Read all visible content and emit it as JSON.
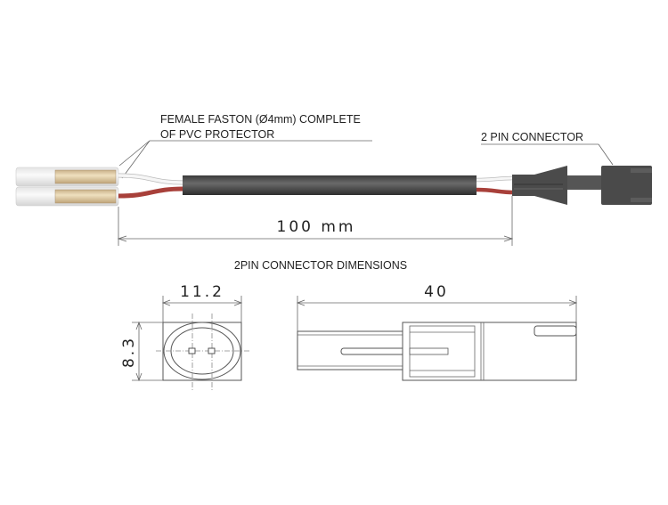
{
  "labels": {
    "faston_line1": "FEMALE FASTON (Ø4mm) COMPLETE",
    "faston_line2": "OF PVC PROTECTOR",
    "connector": "2 PIN CONNECTOR",
    "cable_length": "100 mm",
    "dimensions_title": "2PIN CONNECTOR DIMENSIONS",
    "width": "11.2",
    "height": "8.3",
    "length": "40"
  },
  "colors": {
    "cable": "#4a4a4a",
    "red_wire": "#a8403a",
    "white_wire": "#eeeeee",
    "faston_metal": "#d9c39a"
  }
}
